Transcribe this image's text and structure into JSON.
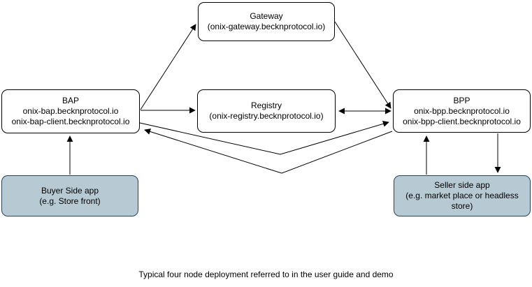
{
  "nodes": {
    "gateway": {
      "lines": [
        "Gateway",
        "(onix-gateway.becknprotocol.io)"
      ]
    },
    "bap": {
      "lines": [
        "BAP",
        "onix-bap.becknprotocol.io",
        "onix-bap-client.becknprotocol.io"
      ]
    },
    "registry": {
      "lines": [
        "Registry",
        "(onix-registry.becknprotocol.io)"
      ]
    },
    "bpp": {
      "lines": [
        "BPP",
        "onix-bpp.becknprotocol.io",
        "onix-bpp-client.becknprotocol.io"
      ]
    },
    "buyer_app": {
      "lines": [
        "Buyer Side app",
        "(e.g. Store front)"
      ]
    },
    "seller_app": {
      "lines": [
        "Seller side app",
        "(e.g. market place or headless store)"
      ]
    }
  },
  "edges": [
    {
      "from": "bap",
      "to": "gateway",
      "direction": "one-way"
    },
    {
      "from": "gateway",
      "to": "bpp",
      "direction": "one-way"
    },
    {
      "from": "bap",
      "to": "registry",
      "direction": "one-way"
    },
    {
      "from": "registry",
      "to": "bpp",
      "direction": "two-way"
    },
    {
      "from": "bap",
      "to": "bpp",
      "direction": "one-way"
    },
    {
      "from": "bpp",
      "to": "bap",
      "direction": "one-way"
    },
    {
      "from": "buyer_app",
      "to": "bap",
      "direction": "one-way"
    },
    {
      "from": "seller_app",
      "to": "bpp",
      "direction": "one-way"
    },
    {
      "from": "bpp",
      "to": "seller_app",
      "direction": "one-way"
    }
  ],
  "caption": "Typical four node deployment referred to in the user guide and demo",
  "colors": {
    "background": "#ffffff",
    "node_fill": "#ffffff",
    "node_border": "#000000",
    "app_fill": "#b7c9d3",
    "app_border": "#23445c",
    "arrow": "#000000",
    "text": "#000000"
  }
}
